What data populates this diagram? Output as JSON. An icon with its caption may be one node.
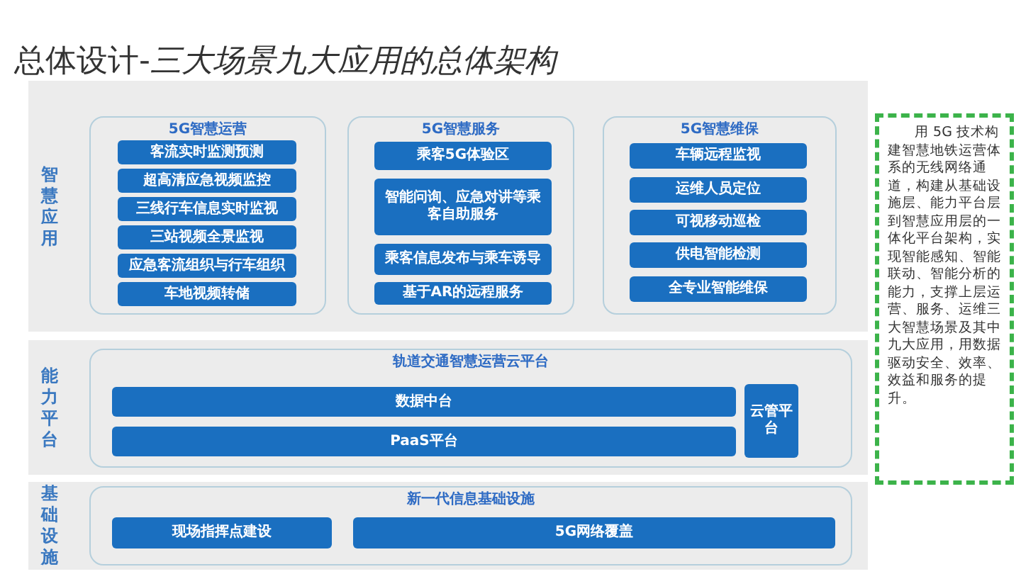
{
  "diagram": {
    "title": "总体设计-*三大场景九大应用的总体架构*",
    "nodes": [
      {
        "text": [
          "智慧应用"
        ]
      },
      {
        "text": [
          "5G智慧运营"
        ],
        "in": 0
      },
      {
        "text": [
          "客流实时监测预测"
        ],
        "in": 1
      },
      {
        "text": [
          "超高清应急视频监控"
        ],
        "in": 1
      },
      {
        "text": [
          "三线行车信息实时监视"
        ],
        "in": 1
      },
      {
        "text": [
          "三站视频全景监视"
        ],
        "in": 1
      },
      {
        "text": [
          "应急客流组织与行车组织"
        ],
        "in": 1
      },
      {
        "text": [
          "车地视频转储"
        ],
        "in": 1
      },
      {
        "text": [
          "5G智慧服务"
        ],
        "in": 0
      },
      {
        "text": [
          "乘客5G体验区"
        ],
        "in": 8
      },
      {
        "text": [
          "智能问询、应急对讲等乘客自助服务"
        ],
        "in": 8
      },
      {
        "text": [
          "乘客信息发布与乘车诱导"
        ],
        "in": 8
      },
      {
        "text": [
          "基于AR的远程服务"
        ],
        "in": 8
      },
      {
        "text": [
          "5G智慧维保"
        ],
        "in": 0
      },
      {
        "text": [
          "车辆远程监视"
        ],
        "in": 13
      },
      {
        "text": [
          "运维人员定位"
        ],
        "in": 13
      },
      {
        "text": [
          "可视移动巡检"
        ],
        "in": 13
      },
      {
        "text": [
          "供电智能检测"
        ],
        "in": 13
      },
      {
        "text": [
          "全专业智能维保"
        ],
        "in": 13
      },
      {
        "text": [
          "能力平台"
        ]
      },
      {
        "text": [
          "轨道交通智慧运营云平台"
        ],
        "in": 19
      },
      {
        "text": [
          "数据中台"
        ],
        "in": 20
      },
      {
        "text": [
          "PaaS平台"
        ],
        "in": 20
      },
      {
        "text": [
          "云管平台"
        ],
        "in": 20
      },
      {
        "text": [
          "基础设施"
        ]
      },
      {
        "text": [
          "新一代信息基础设施"
        ],
        "in": 24
      },
      {
        "text": [
          "现场指挥点建设"
        ],
        "in": 25
      },
      {
        "text": [
          "5G网络覆盖"
        ],
        "in": 25
      },
      {
        "text": [
          "用 5G 技术构建智慧地铁运营体系的无线网络通道，构建从基础设施层、能力平台层到智慧应用层的一体化平台架构，实现智能感知、智能联动、智能分析的能力，支撑上层运营、服务、运维三大智慧场景及其中九大应用，用数据驱动安全、效率、效益和服务的提升。"
        ]
      }
    ]
  }
}
